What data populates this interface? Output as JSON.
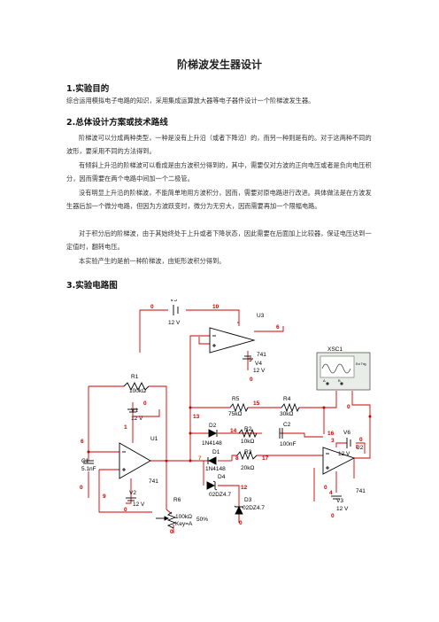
{
  "doc": {
    "title": "阶梯波发生器设计",
    "sections": [
      {
        "heading": "1.实验目的",
        "paragraphs": [
          "综合运用模拟电子电路的知识，采用集成运算放大器等电子器件设计一个阶梯波发生器。"
        ]
      },
      {
        "heading": "2.总体设计方案或技术路线",
        "paragraphs": [
          "阶梯波可以分成两种类型，一种是没有上升沿（或者下降沿）的，而另一种则是有的。对于这两种不同的波形，要采用不同的方法得到。",
          "有倾斜上升沿的阶梯波可以看成是由方波积分得到的，其中，需要仅对方波的正向电压或者是负向电压积分，因而需要在两个电路中间加一个二极管。",
          "没有明显上升沿的阶梯波，不能简单地用方波积分，因而，需要对原电路进行改进。具体做法是在方波发生器后加一个微分电路，但因为方波跃变时，微分为无穷大，因而需要再加一个限幅电路。",
          "对于积分后的阶梯波，由于其始终处于上升或者下降状态，因此需要在后面加上比较器，保证电压达到一定值时，翻转电压。",
          "本实验产生的是前一种阶梯波，由矩形波积分得到。"
        ]
      },
      {
        "heading": "3.实验电路图",
        "paragraphs": []
      }
    ]
  },
  "circuit": {
    "components": {
      "V5": {
        "name": "V5",
        "value": "12 V"
      },
      "U3": {
        "name": "U3",
        "model": "741"
      },
      "V4": {
        "name": "V4",
        "value": "12 V"
      },
      "XSC1": {
        "name": "XSC1",
        "ext_trig": "Ext Trig"
      },
      "R1": {
        "name": "R1",
        "value": "100kΩ"
      },
      "V1": {
        "name": "V1",
        "value": "12 V"
      },
      "U1": {
        "name": "U1",
        "model": "741"
      },
      "C1": {
        "name": "C1",
        "value": "5.1nF"
      },
      "V2": {
        "name": "V2",
        "value": "12 V"
      },
      "R5": {
        "name": "R5",
        "value": "75kΩ"
      },
      "R4": {
        "name": "R4",
        "value": "30kΩ"
      },
      "D2": {
        "name": "D2",
        "model": "1N4148"
      },
      "R2": {
        "name": "R2",
        "value": "10kΩ"
      },
      "C2": {
        "name": "C2",
        "value": "100nF"
      },
      "D1": {
        "name": "D1",
        "model": "1N4148"
      },
      "R3": {
        "name": "R3",
        "value": "20kΩ"
      },
      "D4": {
        "name": "D4",
        "model": "02DZ4.7"
      },
      "D3": {
        "name": "D3",
        "model": "02DZ4.7"
      },
      "R6": {
        "name": "R6",
        "value": "100kΩ",
        "key": "Key=A",
        "percent": "50%"
      },
      "V6": {
        "name": "V6",
        "value": "12 V"
      },
      "U2": {
        "name": "U2",
        "model": "741"
      },
      "V3": {
        "name": "V3",
        "value": "12 V"
      }
    },
    "nodes": {
      "n0a": "0",
      "n10": "10",
      "n6top": "6",
      "n5": "5",
      "n0b": "0",
      "n0c": "0",
      "n1": "1",
      "n6": "6",
      "n0d": "0",
      "n9": "9",
      "n0e": "0",
      "n13": "13",
      "n15": "15",
      "n14": "14",
      "n16": "16",
      "n7": "7",
      "n8": "8",
      "n17": "17",
      "n12": "12",
      "n0f": "0",
      "n0g": "0",
      "n3": "3",
      "n0h": "0",
      "n2": "2",
      "n0i": "0",
      "n4": "4",
      "n0j": "0",
      "n0k": "0"
    },
    "scope_pins": {
      "a": "A",
      "b": "B"
    },
    "colors": {
      "wire": "#cc0000",
      "node": "#cc0000",
      "node_alt": "#b87800",
      "component": "#000000",
      "opamp_fill": "#ffffff"
    }
  }
}
